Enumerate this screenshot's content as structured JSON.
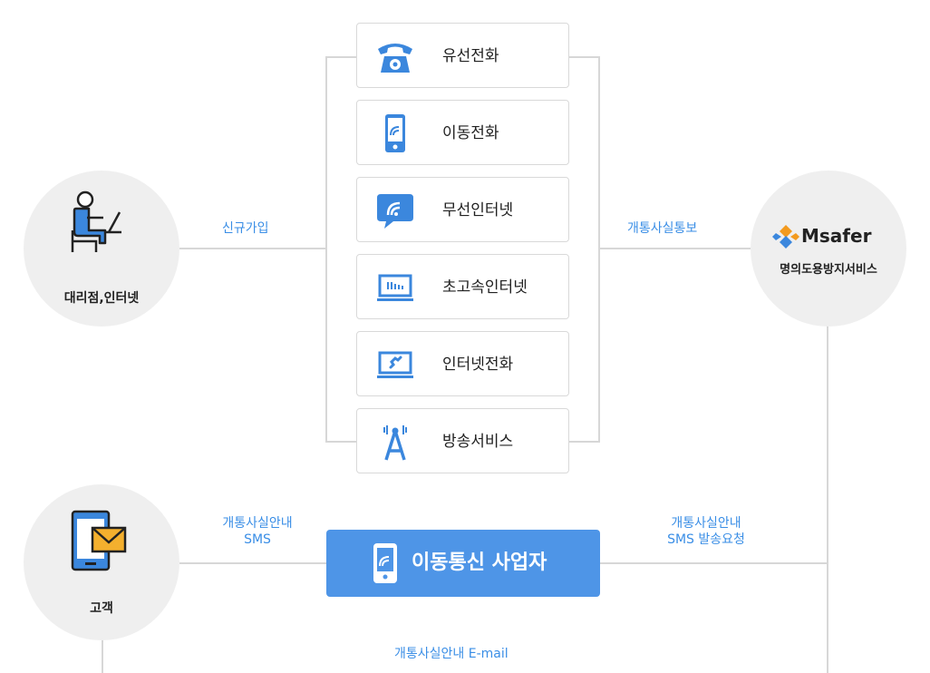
{
  "services": [
    {
      "label": "유선전화",
      "icon": "landline-phone-icon"
    },
    {
      "label": "이동전화",
      "icon": "mobile-phone-icon"
    },
    {
      "label": "무선인터넷",
      "icon": "wireless-internet-icon"
    },
    {
      "label": "초고속인터넷",
      "icon": "broadband-modem-icon"
    },
    {
      "label": "인터넷전화",
      "icon": "internet-phone-icon"
    },
    {
      "label": "방송서비스",
      "icon": "broadcast-tower-icon"
    }
  ],
  "nodes": {
    "agency": {
      "label": "대리점,인터넷",
      "icon": "person-at-computer-icon"
    },
    "msafer": {
      "logo": "Msafer",
      "label": "명의도용방지서비스",
      "icon": "msafer-logo-icon"
    },
    "customer": {
      "label": "고객",
      "icon": "tablet-mail-icon"
    },
    "carrier": {
      "label": "이동통신 사업자",
      "icon": "mobile-phone-icon"
    }
  },
  "flows": {
    "signup": "신규가입",
    "notify": "개통사실통보",
    "sms_line1": "개통사실안내",
    "sms_line2": "SMS",
    "sms_req_line1": "개통사실안내",
    "sms_req_line2": "SMS 발송요청",
    "email": "개통사실안내 E-mail"
  },
  "colors": {
    "accent": "#3a8ee6",
    "carrier": "#4e95e7",
    "icon_blue": "#3b87dd",
    "circle": "#efefef",
    "line": "#d7d7d7"
  }
}
